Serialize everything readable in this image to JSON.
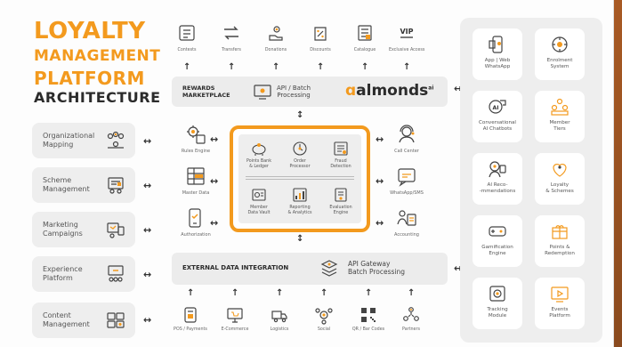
{
  "title": {
    "line1": "LOYALTY",
    "line2": "MANAGEMENT",
    "line3": "PLATFORM",
    "line4": "ARCHITECTURE"
  },
  "left_items": [
    {
      "label": "Organizational\nMapping",
      "icon": "org-chart-icon"
    },
    {
      "label": "Scheme\nManagement",
      "icon": "scheme-icon"
    },
    {
      "label": "Marketing\nCampaigns",
      "icon": "campaign-icon"
    },
    {
      "label": "Experience\nPlatform",
      "icon": "experience-icon"
    },
    {
      "label": "Content\nManagement",
      "icon": "content-icon"
    }
  ],
  "top_sources": [
    {
      "label": "Contests",
      "icon": "contest-icon"
    },
    {
      "label": "Transfers",
      "icon": "transfer-icon"
    },
    {
      "label": "Donations",
      "icon": "donation-icon"
    },
    {
      "label": "Discounts",
      "icon": "discount-icon"
    },
    {
      "label": "Catalogue",
      "icon": "catalogue-icon"
    },
    {
      "label": "Exclusive Access",
      "icon": "vip-icon"
    }
  ],
  "rewards_bar": {
    "title": "REWARDS\nMARKETPLACE",
    "api": "API / Batch\nProcessing",
    "brand": "almonds",
    "brand_sup": "ai"
  },
  "left_mid": [
    {
      "label": "Rules Engine",
      "icon": "rules-engine-icon"
    },
    {
      "label": "Master Data",
      "icon": "master-data-icon"
    },
    {
      "label": "Authorization",
      "icon": "authorization-icon"
    }
  ],
  "right_mid": [
    {
      "label": "Call Center",
      "icon": "call-center-icon"
    },
    {
      "label": "WhatsApp/SMS",
      "icon": "whatsapp-sms-icon"
    },
    {
      "label": "Accounting",
      "icon": "accounting-icon"
    }
  ],
  "core": [
    {
      "label": "Points Bank\n& Ledger",
      "icon": "piggy-bank-icon"
    },
    {
      "label": "Order\nProcessor",
      "icon": "order-processor-icon"
    },
    {
      "label": "Fraud\nDetection",
      "icon": "fraud-detection-icon"
    },
    {
      "label": "Member\nData Vault",
      "icon": "data-vault-icon"
    },
    {
      "label": "Reporting\n& Analytics",
      "icon": "analytics-icon"
    },
    {
      "label": "Evaluation\nEngine",
      "icon": "evaluation-icon"
    }
  ],
  "external_bar": {
    "title": "EXTERNAL DATA INTEGRATION",
    "api": "API Gateway\nBatch Processing"
  },
  "bottom_sources": [
    {
      "label": "POS / Payments",
      "icon": "pos-icon"
    },
    {
      "label": "E-Commerce",
      "icon": "ecommerce-icon"
    },
    {
      "label": "Logistics",
      "icon": "logistics-icon"
    },
    {
      "label": "Social",
      "icon": "social-icon"
    },
    {
      "label": "QR / Bar Codes",
      "icon": "qr-code-icon"
    },
    {
      "label": "Partners",
      "icon": "partners-icon"
    }
  ],
  "right_cards": [
    {
      "label": "App | Web\nWhatsApp",
      "icon": "app-web-icon"
    },
    {
      "label": "Enrolment\nSystem",
      "icon": "enrolment-icon"
    },
    {
      "label": "Conversational\nAI Chatbots",
      "icon": "chatbot-icon"
    },
    {
      "label": "Member\nTiers",
      "icon": "member-tiers-icon"
    },
    {
      "label": "AI Reco-\n-mmendations",
      "icon": "ai-reco-icon"
    },
    {
      "label": "Loyalty\n& Schemes",
      "icon": "loyalty-icon"
    },
    {
      "label": "Gamification\nEngine",
      "icon": "gamification-icon"
    },
    {
      "label": "Points &\nRedemption",
      "icon": "points-redemption-icon"
    },
    {
      "label": "Tracking\nModule",
      "icon": "tracking-icon"
    },
    {
      "label": "Events\nPlatform",
      "icon": "events-icon"
    }
  ],
  "colors": {
    "accent": "#f39a1e",
    "dark": "#2b2b2b",
    "panel": "#eeeeee"
  }
}
